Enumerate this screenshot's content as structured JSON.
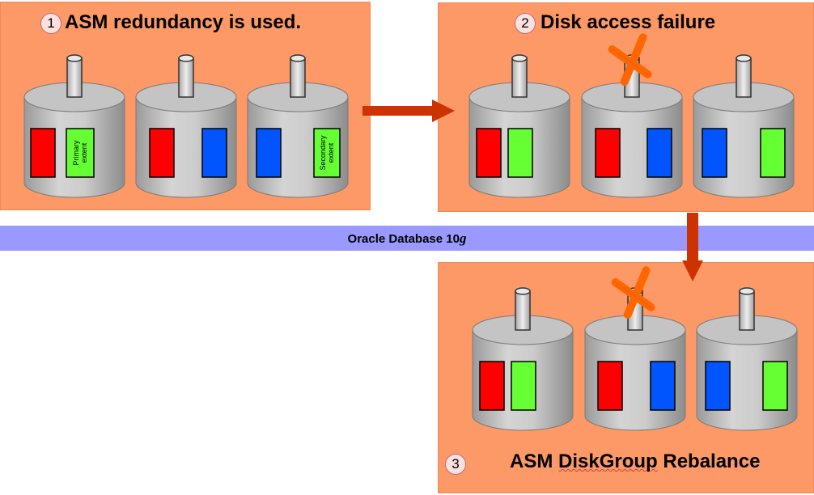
{
  "stages": [
    {
      "number": "1",
      "title": "ASM redundancy is used."
    },
    {
      "number": "2",
      "title": "Disk access failure"
    },
    {
      "number": "3",
      "title_prefix": "ASM ",
      "title_emph": "DiskGroup",
      "title_suffix": " Rebalance"
    }
  ],
  "band": {
    "label": "Oracle Database 10",
    "label_suffix": "g"
  },
  "extent_labels": {
    "primary": [
      "Primary",
      "extent"
    ],
    "secondary": [
      "Secondary",
      "extent"
    ]
  },
  "colors": {
    "panel": "#fd9966",
    "band": "#9999ff",
    "arrow": "#cc3300",
    "failure_x": "#ff6600",
    "extent_red": "#ff0000",
    "extent_blue": "#0055ff",
    "extent_green": "#66ff33"
  }
}
